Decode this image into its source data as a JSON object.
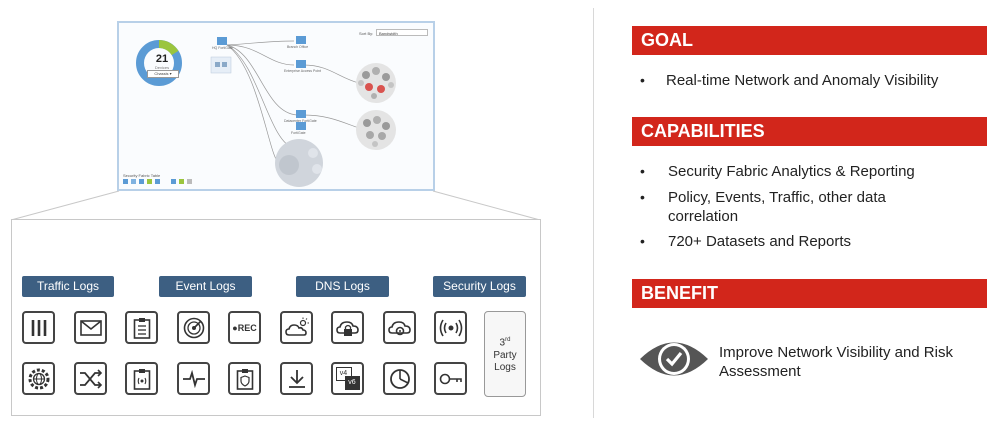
{
  "screenshot": {
    "donut_total": "21",
    "donut_sublabel": "Devices",
    "donut_button": "Chassis ▾",
    "sort_label": "Sort By:",
    "sort_value": "Bandwidth",
    "fabric_table_label": "Security Fabric Table",
    "donut_colors": {
      "main": "#5b9bd5",
      "accent": "#9bc53d"
    },
    "nodes": [
      "HQ FortiGate",
      "Branch Office",
      "Enterprise Access Point",
      "Datacenter FortiGate",
      "FortiGate"
    ]
  },
  "log_categories": [
    "Traffic Logs",
    "Event Logs",
    "DNS Logs",
    "Security Logs"
  ],
  "icons": {
    "row1": [
      "bars-icon",
      "envelope-icon",
      "clipboard-icon",
      "radar-icon",
      "rec-icon",
      "cloud-sun-icon",
      "cloud-lock-icon",
      "cloud-gear-icon",
      "signal-icon"
    ],
    "row2": [
      "gear-globe-icon",
      "crossed-arrows-icon",
      "clipboard-wifi-icon",
      "pulse-icon",
      "shield-doc-icon",
      "download-icon",
      "ipv4-v6-icon",
      "pie-chart-icon",
      "key-icon"
    ],
    "rec_label": "●REC",
    "v4_label": "v4",
    "v6_label": "v6"
  },
  "third_party": {
    "line1": "3",
    "sup": "rd",
    "line2": "Party",
    "line3": "Logs"
  },
  "goal": {
    "header": "GOAL",
    "items": [
      "Real-time Network and Anomaly Visibility"
    ]
  },
  "capabilities": {
    "header": "CAPABILITIES",
    "items": [
      "Security Fabric Analytics & Reporting",
      "Policy, Events, Traffic, other data correlation",
      "720+ Datasets and Reports"
    ]
  },
  "benefit": {
    "header": "BENEFIT",
    "text": "Improve Network Visibility and Risk Assessment"
  },
  "colors": {
    "header_red": "#d2261b",
    "category_blue": "#3d5f82"
  }
}
